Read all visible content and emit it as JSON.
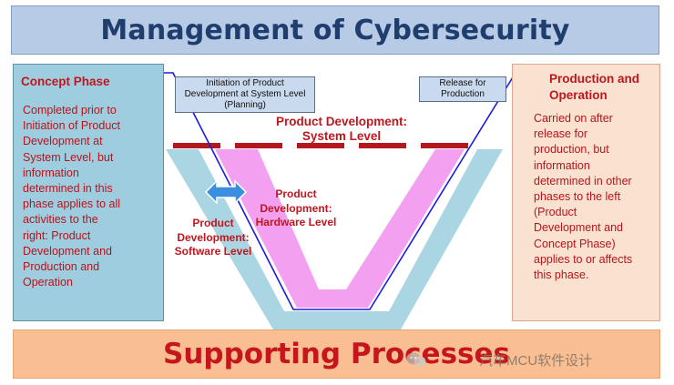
{
  "title": "Management of Cybersecurity",
  "concept": {
    "title": "Concept Phase",
    "lines": [
      "Completed prior to",
      "Initiation of Product",
      "Development at",
      "System Level, but",
      "information",
      "determined in this",
      "phase applies to all",
      "activities to the",
      "right: Product",
      "Development and",
      "Production and",
      "Operation"
    ]
  },
  "production": {
    "title_lines": [
      "Production and",
      "Operation"
    ],
    "lines": [
      "Carried on after",
      "release for",
      "production, but",
      "information",
      "determined in other",
      "phases to the left",
      "(Product",
      "Development and",
      "Concept Phase)",
      "applies to or affects",
      "this phase."
    ]
  },
  "notes": {
    "initiation_lines": [
      "Initiation of Product",
      "Development at System Level",
      "(Planning)"
    ],
    "release_lines": [
      "Release for",
      "Production"
    ]
  },
  "v_labels": {
    "system_lines": [
      "Product Development:",
      "System Level"
    ],
    "hardware_lines": [
      "Product",
      "Development:",
      "Hardware Level"
    ],
    "software_lines": [
      "Product",
      "Development:",
      "Software Level"
    ]
  },
  "supporting": "Supporting Processes",
  "watermark": "汽车MCU软件设计",
  "colors": {
    "title_fill": "#b7cbe6",
    "title_text": "#1f3d6d",
    "concept_fill": "#9fcde0",
    "production_fill": "#fbe2d0",
    "supporting_fill": "#f9bf92",
    "red_text": "#c0161e",
    "v_outer": "#aad6e3",
    "v_inner": "#f2a0ef",
    "flow_line": "#1a1adf",
    "dash": "#b3181e",
    "arrow": "#3a8fe0"
  },
  "icons": {
    "double_arrow": "left-right-arrow",
    "watermark_logo": "wechat-logo"
  }
}
